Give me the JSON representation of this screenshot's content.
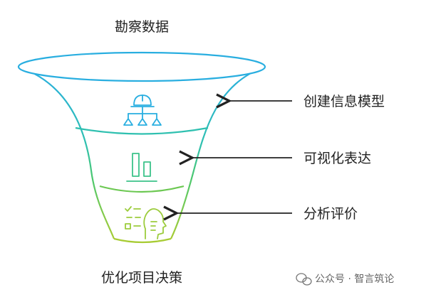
{
  "diagram": {
    "top_label": "勘察数据",
    "bottom_label": "优化项目决策",
    "stages": [
      {
        "label": "创建信息模型",
        "icon": "hierarchy-helmet-icon",
        "color": "#29aee0"
      },
      {
        "label": "可视化表达",
        "icon": "bar-chart-icon",
        "color": "#3cc38a"
      },
      {
        "label": "分析评价",
        "icon": "checklist-head-icon",
        "color": "#9ccc3c"
      }
    ]
  },
  "watermark": {
    "text": "公众号 · 智言筑论",
    "icon": "wechat-icon"
  }
}
